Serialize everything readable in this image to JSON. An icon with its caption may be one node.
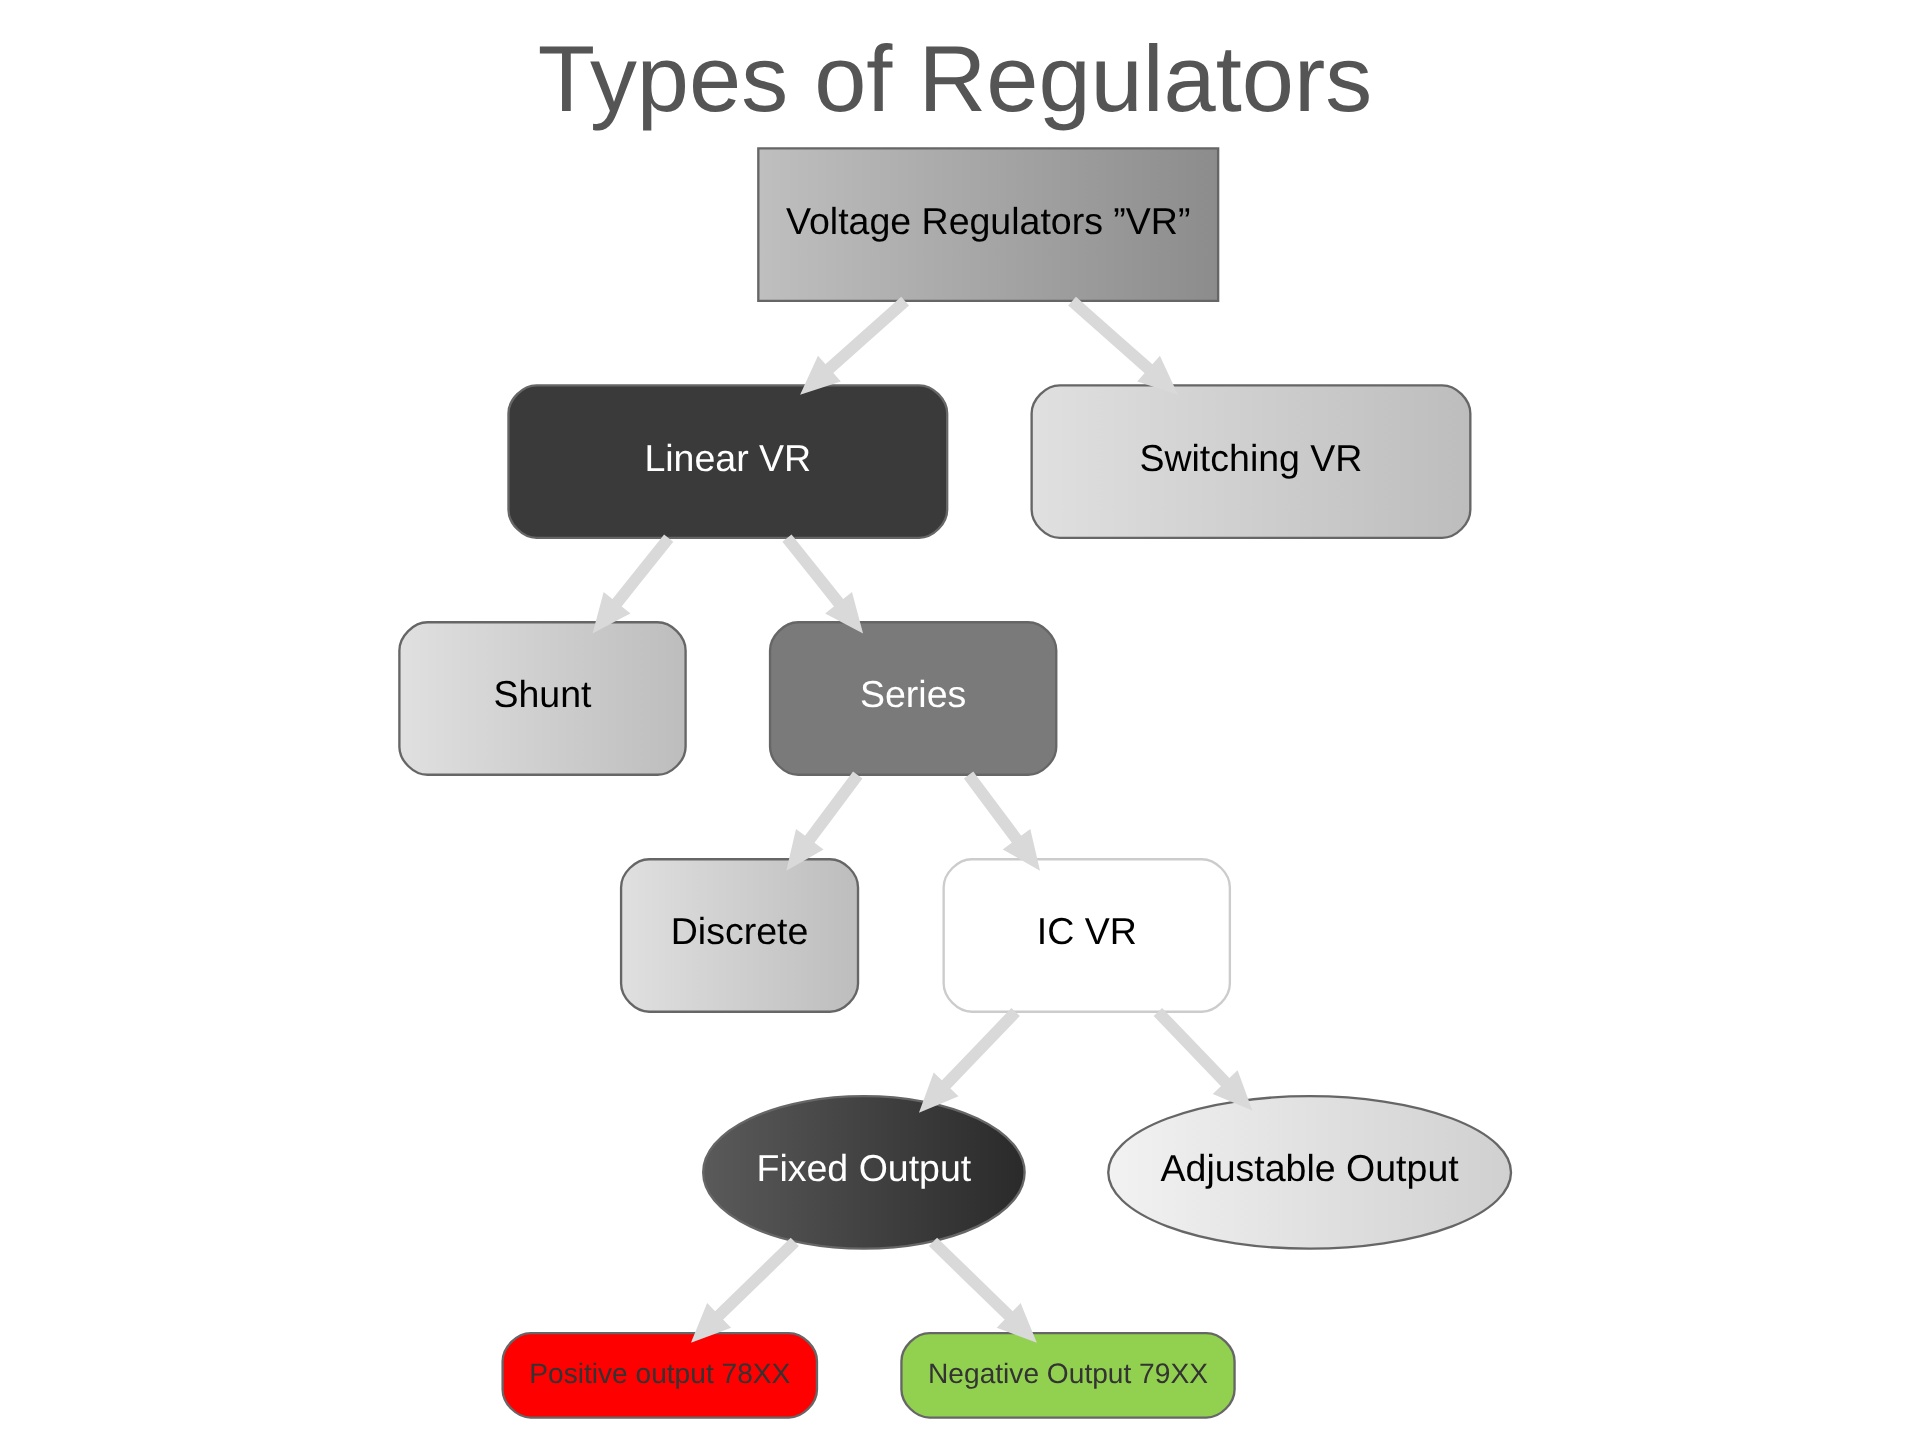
{
  "diagram": {
    "title": "Types of Regulators",
    "nodes": [
      {
        "text": [
          "Voltage Regulators ”VR”"
        ]
      },
      {
        "text": [
          "Linear VR"
        ]
      },
      {
        "text": [
          "Switching VR"
        ]
      },
      {
        "text": [
          "Shunt"
        ]
      },
      {
        "text": [
          "Series"
        ]
      },
      {
        "text": [
          "Discrete"
        ]
      },
      {
        "text": [
          "IC VR"
        ]
      },
      {
        "text": [
          "Fixed Output"
        ]
      },
      {
        "text": [
          "Adjustable Output"
        ]
      },
      {
        "text": [
          "Positive output 78XX"
        ]
      },
      {
        "text": [
          "Negative Output 79XX"
        ]
      }
    ],
    "edges": [
      {
        "from": 0,
        "to": 1,
        "arrow": "to"
      },
      {
        "from": 0,
        "to": 2,
        "arrow": "to"
      },
      {
        "from": 1,
        "to": 3,
        "arrow": "to"
      },
      {
        "from": 1,
        "to": 4,
        "arrow": "to"
      },
      {
        "from": 4,
        "to": 5,
        "arrow": "to"
      },
      {
        "from": 4,
        "to": 6,
        "arrow": "to"
      },
      {
        "from": 6,
        "to": 7,
        "arrow": "to"
      },
      {
        "from": 6,
        "to": 8,
        "arrow": "to"
      },
      {
        "from": 7,
        "to": 9,
        "arrow": "to"
      },
      {
        "from": 7,
        "to": 10,
        "arrow": "to"
      }
    ]
  }
}
